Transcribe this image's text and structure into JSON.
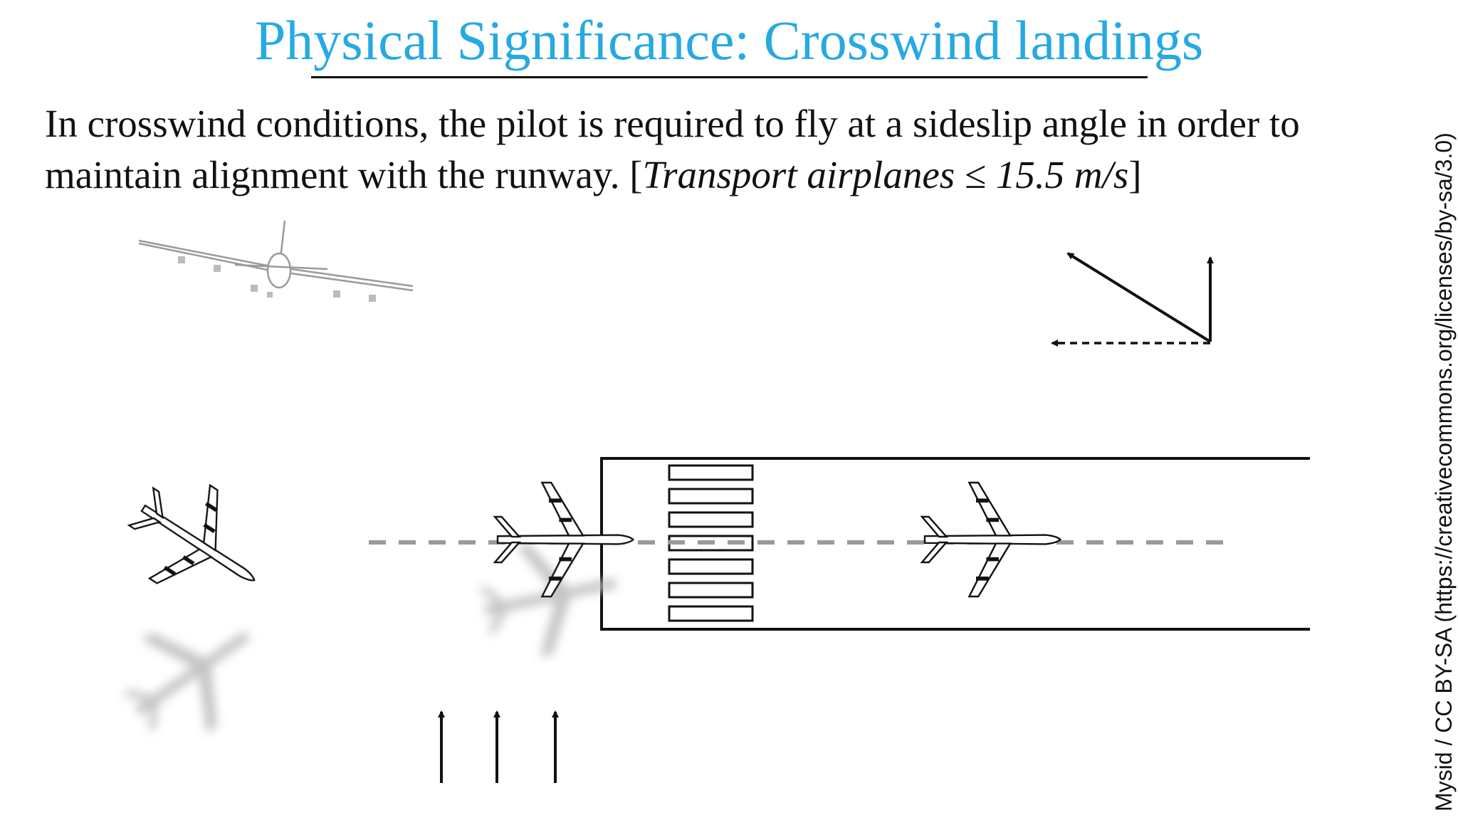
{
  "slide": {
    "title": "Physical Significance: Crosswind landings",
    "body_prefix": "In crosswind conditions, the pilot is required to fly at a sideslip angle  in order to maintain alignment with the runway. [",
    "body_italic": "Transport airplanes ≤ 15.5 m/s",
    "body_suffix": "]",
    "attribution": "Mysid / CC BY-SA (https://creativecommons.org/licenses/by-sa/3.0)"
  },
  "diagram": {
    "wind_arrow_count": 3,
    "runway_threshold_bars": 7,
    "colors": {
      "title": "#27a9e1",
      "ink": "#111111",
      "shadow": "#bdbdbd",
      "centerline": "#9a9a9a"
    }
  }
}
